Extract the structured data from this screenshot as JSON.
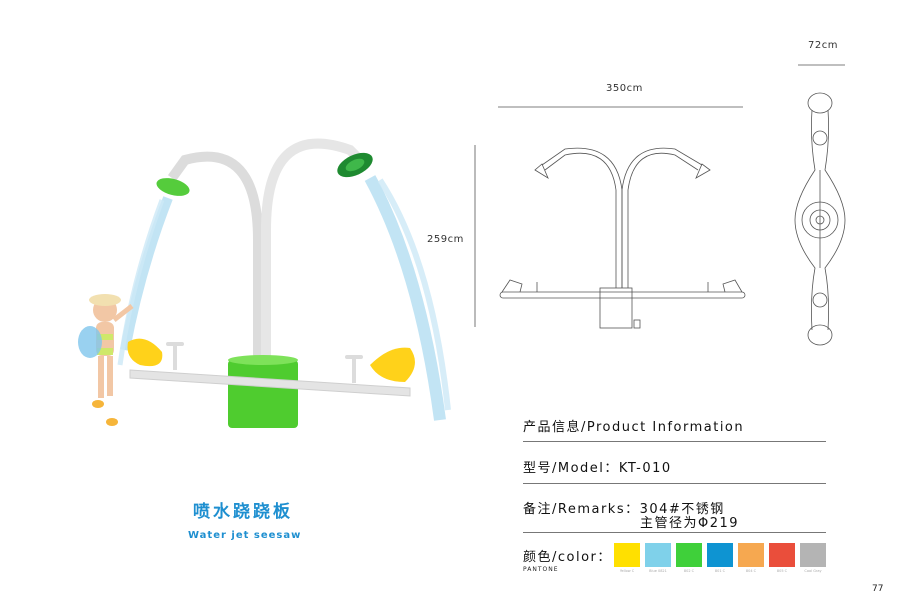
{
  "dimensions": {
    "width_label": "350cm",
    "height_label": "259cm",
    "depth_label": "72cm"
  },
  "product": {
    "name_cn": "喷水跷跷板",
    "name_en": "Water jet seesaw"
  },
  "info": {
    "heading": "产品信息/Product Information",
    "model": "型号/Model：KT-010",
    "remarks_line1": "备注/Remarks：304#不锈钢",
    "remarks_line2": "主管径为Φ219",
    "color_label": "颜色/color：",
    "pantone_label": "PANTONE"
  },
  "swatches": [
    {
      "color": "#ffe000",
      "code": "Yellow C"
    },
    {
      "color": "#7fd1ea",
      "code": "Blue 0821"
    },
    {
      "color": "#3fd03a",
      "code": "802 C"
    },
    {
      "color": "#0e94d2",
      "code": "801 C"
    },
    {
      "color": "#f6a850",
      "code": "804 C"
    },
    {
      "color": "#ea4e3b",
      "code": "805 C"
    },
    {
      "color": "#b4b4b4",
      "code": "Cool Gray"
    }
  ],
  "page_number": "77"
}
